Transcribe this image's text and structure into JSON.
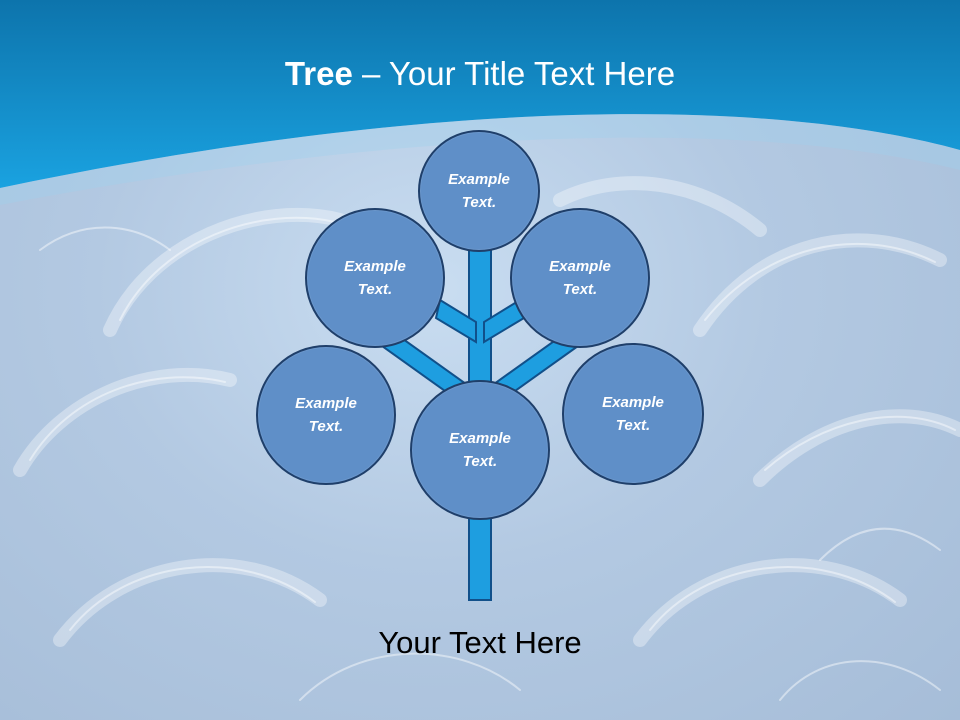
{
  "title": {
    "bold": "Tree",
    "separator": " – ",
    "rest": "Your Title Text Here"
  },
  "nodes": [
    {
      "line1": "Example",
      "line2": "Text."
    },
    {
      "line1": "Example",
      "line2": "Text."
    },
    {
      "line1": "Example",
      "line2": "Text."
    },
    {
      "line1": "Example",
      "line2": "Text."
    },
    {
      "line1": "Example",
      "line2": "Text."
    },
    {
      "line1": "Example",
      "line2": "Text."
    }
  ],
  "caption": "Your Text Here",
  "colors": {
    "header": "#1a9ad8",
    "node_fill": "#5f8fc8",
    "node_border": "#1f3f6a",
    "branch": "#1e9ee0",
    "branch_border": "#11508a"
  }
}
